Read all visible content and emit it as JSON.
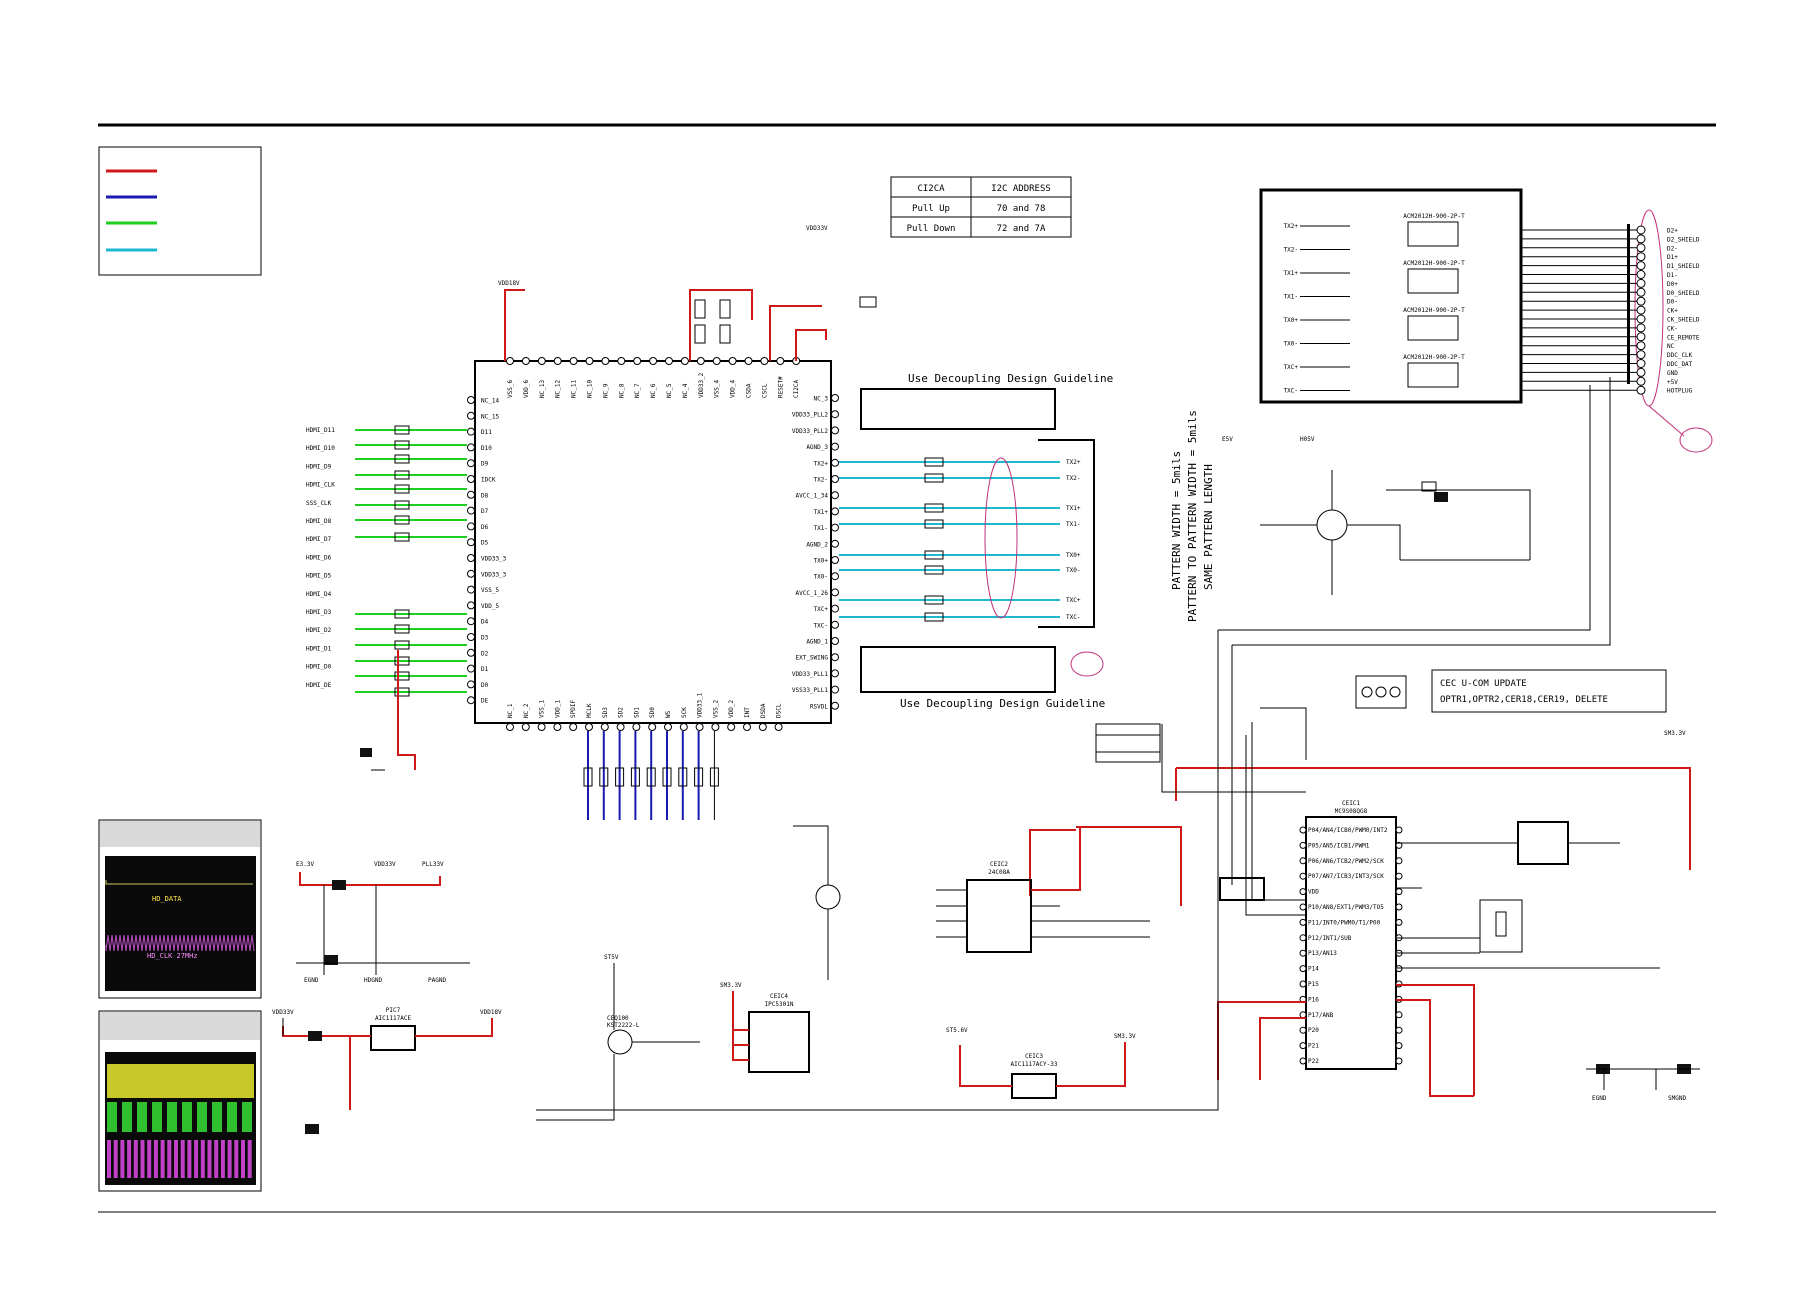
{
  "legend": {
    "colors": [
      "#d01818",
      "#1a1ab0",
      "#1fcf1f",
      "#20b8d0"
    ]
  },
  "i2c_table": {
    "header": [
      "CI2CA",
      "I2C ADDRESS"
    ],
    "rows": [
      [
        "Pull Up",
        "70 and 78"
      ],
      [
        "Pull Down",
        "72 and 7A"
      ]
    ]
  },
  "notes": {
    "decoupling_top": "Use Decoupling Design Guideline",
    "decoupling_bottom": "Use Decoupling Design Guideline",
    "pattern_1": "PATTERN WIDTH = 5mils",
    "pattern_2": "PATTERN TO PATTERN WIDTH = 5mils",
    "pattern_3": "SAME PATTERN LENGTH",
    "cec_update_1": "CEC U-COM UPDATE",
    "cec_update_2": "OPTR1,OPTR2,CER18,CER19, DELETE"
  },
  "scope": {
    "data_label": "HD_DATA",
    "clk_label": "HD_CLK 27MHz"
  },
  "main_ic": {
    "left_pins": [
      "NC_14",
      "NC_15",
      "D11",
      "D10",
      "D9",
      "IDCK",
      "D8",
      "D7",
      "D6",
      "D5",
      "VDD33_3",
      "VDD33_3",
      "VSS_5",
      "VDD_5",
      "D4",
      "D3",
      "D2",
      "D1",
      "D0",
      "DE"
    ],
    "top_pins": [
      "VSS_6",
      "VDD_6",
      "NC_13",
      "NC_12",
      "NC_11",
      "NC_10",
      "NC_9",
      "NC_8",
      "NC_7",
      "NC_6",
      "NC_5",
      "NC_4",
      "VDD33_2",
      "VSS_4",
      "VDD_4",
      "CSDA",
      "CSCL",
      "RESET#",
      "CI2CA"
    ],
    "right_pins": [
      "NC_3",
      "VDD33_PLL2",
      "VDD33_PLL2",
      "AGND_3",
      "TX2+",
      "TX2-",
      "AVCC_1_34",
      "TX1+",
      "TX1-",
      "AGND_2",
      "TX0+",
      "TX0-",
      "AVCC_1_26",
      "TXC+",
      "TXC-",
      "AGND_1",
      "EXT_SWING",
      "VDD33_PLL1",
      "VSS33_PLL1",
      "RSVDL"
    ],
    "bottom_pins": [
      "NC_1",
      "NC_2",
      "VSS_1",
      "VDD_1",
      "SPDIF",
      "MCLK",
      "SD3",
      "SD2",
      "SD1",
      "SD0",
      "WS",
      "SCK",
      "VDD33_1",
      "VSS_2",
      "VDD_2",
      "INT",
      "DSDA",
      "DSCL"
    ]
  },
  "hdmi_nets": [
    "HDMI_D11",
    "HDMI_D10",
    "HDMI_D9",
    "HDMI_CLK",
    "SSS_CLK",
    "HDMI_D8",
    "HDMI_D7",
    "HDMI_D6",
    "HDMI_D5",
    "HDMI_D4",
    "HDMI_D3",
    "HDMI_D2",
    "HDMI_D1",
    "HDMI_D0",
    "HDMI_DE"
  ],
  "hdmi_connector": {
    "title": "HDMI",
    "pins": [
      "D2+",
      "D2_SHIELD",
      "D2-",
      "D1+",
      "D1_SHIELD",
      "D1-",
      "D0+",
      "D0_SHIELD",
      "D0-",
      "CK+",
      "CK_SHIELD",
      "CK-",
      "CE_REMOTE",
      "NC",
      "DDC_CLK",
      "DDC_DAT",
      "GND",
      "+5V",
      "HOTPLUG"
    ],
    "common_modes": [
      "ACM2012H-900-2P-T",
      "ACM2012H-900-2P-T",
      "ACM2012H-900-2P-T",
      "ACM2012H-900-2P-T"
    ],
    "tx_labels": [
      "TX2+",
      "TX2-",
      "TX1+",
      "TX1-",
      "TX0+",
      "TX0-",
      "TXC+",
      "TXC-"
    ]
  },
  "cec_mcu": {
    "ref": "CEIC1",
    "part": "MC9S08QG8",
    "left_pins": [
      "P04/AN4/ICB0/PWM0/INT2",
      "P05/AN5/ICB1/PWM1",
      "P06/AN6/TCB2/PWM2/SCK",
      "P07/AN7/ICB3/INT3/SCK",
      "VDD",
      "P10/AN8/EXT1/PWM3/TO5",
      "P11/INT0/PWM0/T1/P00",
      "P12/INT1/SUB",
      "P13/AN13",
      "P14",
      "P15",
      "P16",
      "P17/ANB",
      "P20",
      "P21",
      "P22"
    ]
  },
  "eeprom": {
    "ref": "CEIC2",
    "part": "24C08A"
  },
  "regulator_1": {
    "ref": "PIC7",
    "part": "AIC1117ACE"
  },
  "regulator_2": {
    "ref": "CEIC3",
    "part": "AIC1117ACY-33"
  },
  "transistor_1": {
    "ref": "CEQ100",
    "part": "KST2222-L"
  },
  "optocoupler": {
    "ref": "CEIC4",
    "part": "IPC5301N"
  },
  "rails": [
    "VDD18V",
    "VDD33V",
    "E3.3V",
    "PLL33V",
    "ST5V",
    "ST5.6V",
    "SM3.3V",
    "E5V",
    "H05V"
  ],
  "grounds": [
    "EGND",
    "HDGND",
    "PAGND",
    "SMGND"
  ]
}
